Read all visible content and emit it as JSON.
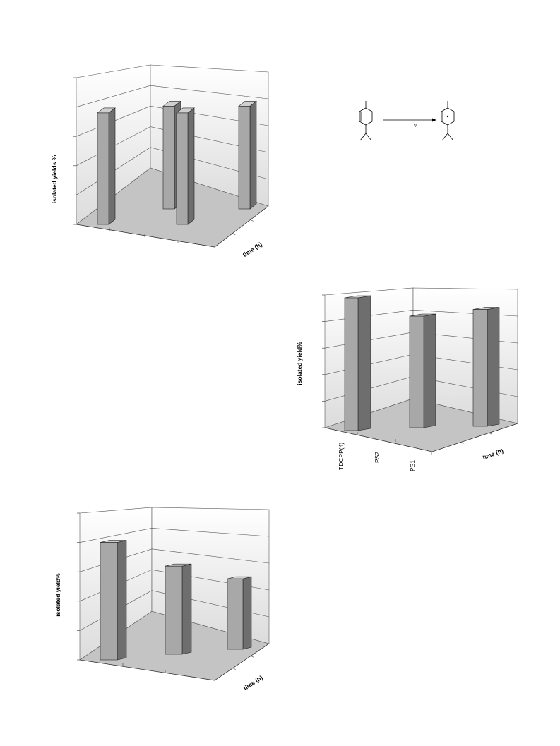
{
  "reaction_scheme": {
    "arrow_label": "ν"
  },
  "chart_data": [
    {
      "type": "bar",
      "ylabel": "isolated yields %",
      "xlabel": "",
      "zlabel": "time (h)",
      "categories": [
        "",
        "",
        "",
        ""
      ],
      "values": [
        3.8,
        3.5,
        3.8,
        3.5
      ],
      "ylim": [
        0,
        5
      ],
      "grid": true,
      "legend": "none",
      "colors": {
        "bar_front": "#a8a8a8",
        "bar_side": "#6e6e6e",
        "bar_top": "#cfcfcf"
      }
    },
    {
      "type": "bar",
      "ylabel": "isolated yield%",
      "xlabel": "",
      "zlabel": "time (h)",
      "categories": [
        "TDCPP(4)",
        "PS2",
        "PS1"
      ],
      "values": [
        5.0,
        4.2,
        4.4
      ],
      "ylim": [
        0,
        5
      ],
      "grid": true,
      "legend": "none",
      "colors": {
        "bar_front": "#a8a8a8",
        "bar_side": "#6e6e6e",
        "bar_top": "#cfcfcf"
      }
    },
    {
      "type": "bar",
      "ylabel": "isolated yield%",
      "xlabel": "",
      "zlabel": "time (h)",
      "categories": [
        "",
        "",
        ""
      ],
      "values": [
        4.0,
        3.0,
        2.4
      ],
      "ylim": [
        0,
        5
      ],
      "grid": true,
      "legend": "none",
      "colors": {
        "bar_front": "#a8a8a8",
        "bar_side": "#6e6e6e",
        "bar_top": "#cfcfcf"
      }
    }
  ]
}
